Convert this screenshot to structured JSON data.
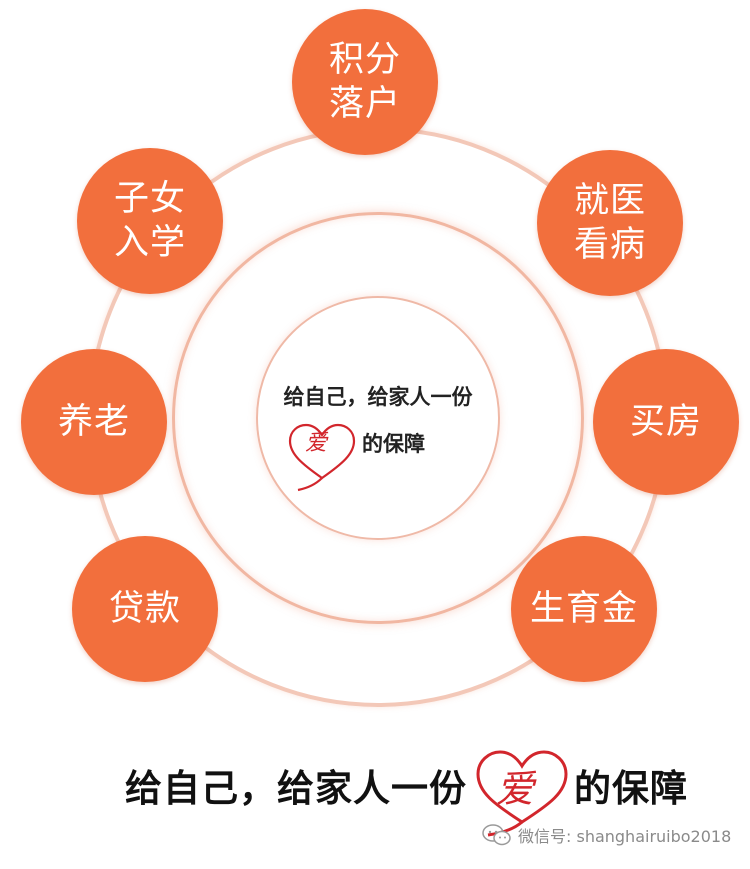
{
  "nodes": [
    {
      "id": "jifen-luohu",
      "lines": [
        "积分",
        "落户"
      ]
    },
    {
      "id": "jiuyi-kanbing",
      "lines": [
        "就医",
        "看病"
      ]
    },
    {
      "id": "maifang",
      "lines": [
        "买房"
      ]
    },
    {
      "id": "shengyujin",
      "lines": [
        "生育金"
      ]
    },
    {
      "id": "daikuan",
      "lines": [
        "贷款"
      ]
    },
    {
      "id": "yanglao",
      "lines": [
        "养老"
      ]
    },
    {
      "id": "zinv-ruxue",
      "lines": [
        "子女",
        "入学"
      ]
    }
  ],
  "center": {
    "line1": "给自己，给家人一份",
    "heart_char": "爱",
    "line2": "的保障"
  },
  "bottom_slogan": {
    "left": "给自己，给家人一份",
    "heart_char": "爱",
    "right": "的保障"
  },
  "watermark": {
    "text": "微信号: shanghairuibo2018"
  },
  "colors": {
    "node_fill": "#f26f3d",
    "ring": "#f1b7a2",
    "heart": "#d2262c"
  }
}
